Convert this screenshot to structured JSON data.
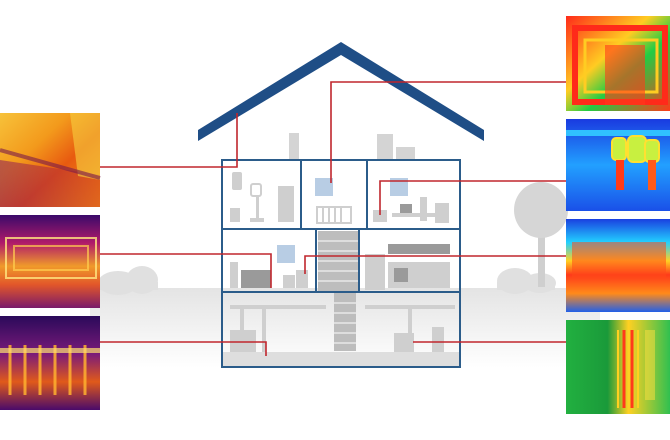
{
  "colors": {
    "house_outline": "#2b5c8a",
    "roof": "#1f4e86",
    "callout_line": "#c0262d",
    "furniture": "#c8c8c8",
    "furniture_dark": "#9a9a9a",
    "window": "#b8cde4",
    "ground": "#e6e6e6"
  },
  "thermal_images": {
    "left": [
      {
        "name": "ceiling-corner-thermal",
        "palette": "iron",
        "icon": "thermal-image"
      },
      {
        "name": "floor-heating-thermal",
        "palette": "iron",
        "icon": "thermal-image"
      },
      {
        "name": "radiator-pipes-thermal",
        "palette": "iron",
        "icon": "thermal-image"
      }
    ],
    "right": [
      {
        "name": "window-frame-thermal",
        "palette": "rainbow",
        "icon": "thermal-image"
      },
      {
        "name": "pipe-valves-thermal",
        "palette": "rainbow",
        "icon": "thermal-image"
      },
      {
        "name": "wall-radiator-thermal",
        "palette": "rainbow",
        "icon": "thermal-image"
      },
      {
        "name": "boiler-pipes-thermal",
        "palette": "rainbow",
        "icon": "thermal-image"
      }
    ]
  }
}
